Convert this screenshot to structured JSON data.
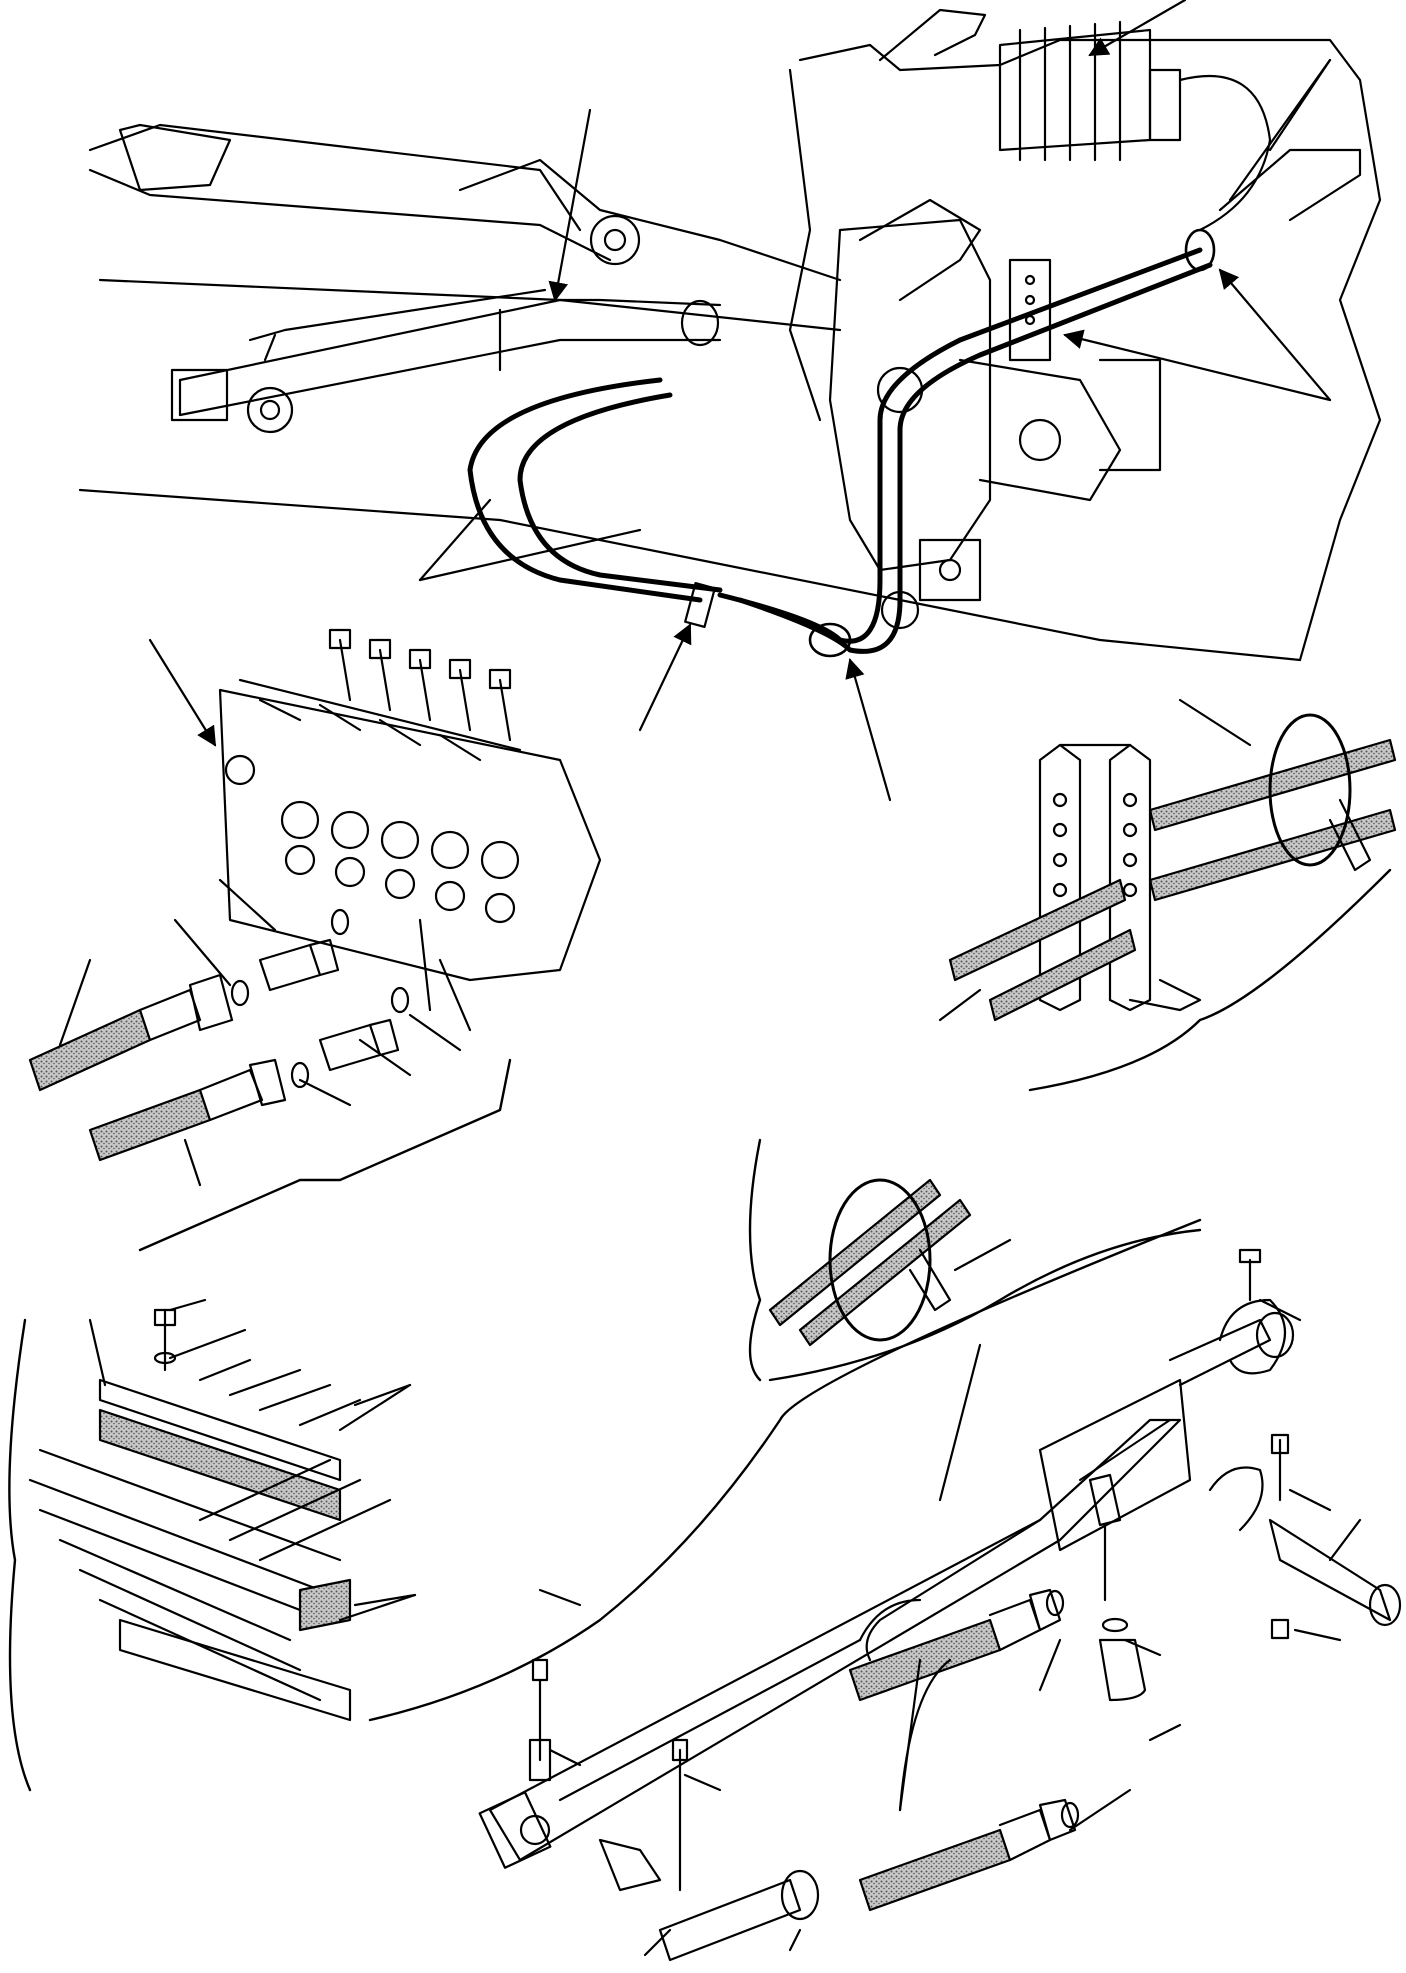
{
  "diagram": {
    "type": "exploded-parts-illustration",
    "background": "#ffffff",
    "line_color": "#000000",
    "hose_fill": "#9a9a9a",
    "stipple_color": "#7a7a7a",
    "parts": [
      "boom-and-cylinder-assembly",
      "control-valve-bank",
      "valve-fittings-and-hoses",
      "hose-clamp-bracket-detail",
      "hose-strap-detail",
      "hose-retainer-plate-detail",
      "hydraulic-cylinder-exploded"
    ]
  }
}
